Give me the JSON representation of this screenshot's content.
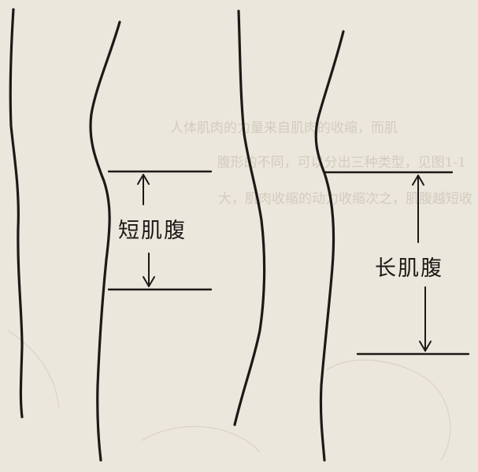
{
  "figure": {
    "short_muscle_label": "短肌腹",
    "long_muscle_label": "长肌腹",
    "background_color": "#ece7dc",
    "ink_color": "#1c1a17",
    "bleed_through_text": [
      "人体肌肉的力量来自肌肉的收缩，而肌",
      "腹形的不同，可以分出三种类型，见图1-1",
      "大，肌肉收缩的动力收缩次之，肌腹越短收"
    ]
  }
}
